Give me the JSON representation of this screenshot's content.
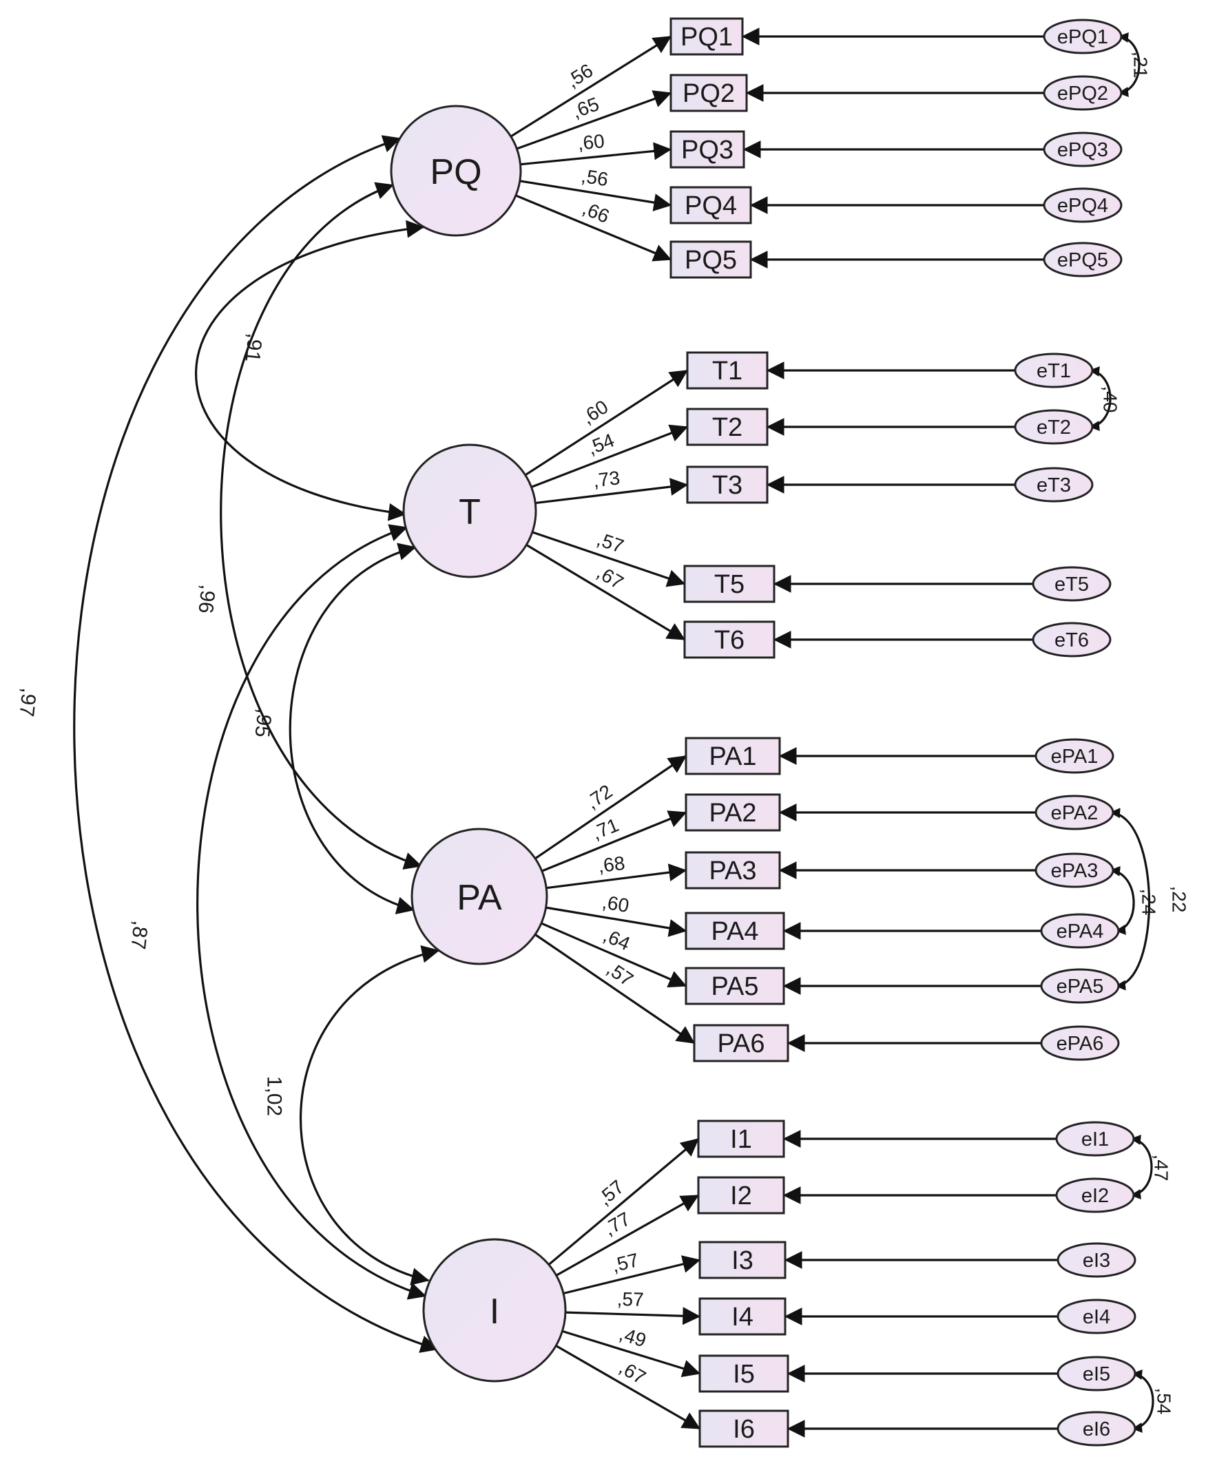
{
  "latents": [
    {
      "id": "PQ",
      "label": "PQ"
    },
    {
      "id": "T",
      "label": "T"
    },
    {
      "id": "PA",
      "label": "PA"
    },
    {
      "id": "I",
      "label": "I"
    }
  ],
  "indicators": [
    {
      "label": "PQ1",
      "latent": "PQ",
      "loading": ",56",
      "error": "ePQ1"
    },
    {
      "label": "PQ2",
      "latent": "PQ",
      "loading": ",65",
      "error": "ePQ2"
    },
    {
      "label": "PQ3",
      "latent": "PQ",
      "loading": ",60",
      "error": "ePQ3"
    },
    {
      "label": "PQ4",
      "latent": "PQ",
      "loading": ",56",
      "error": "ePQ4"
    },
    {
      "label": "PQ5",
      "latent": "PQ",
      "loading": ",66",
      "error": "ePQ5"
    },
    {
      "label": "T1",
      "latent": "T",
      "loading": ",60",
      "error": "eT1"
    },
    {
      "label": "T2",
      "latent": "T",
      "loading": ",54",
      "error": "eT2"
    },
    {
      "label": "T3",
      "latent": "T",
      "loading": ",73",
      "error": "eT3"
    },
    {
      "label": "T5",
      "latent": "T",
      "loading": ",57",
      "error": "eT5"
    },
    {
      "label": "T6",
      "latent": "T",
      "loading": ",67",
      "error": "eT6"
    },
    {
      "label": "PA1",
      "latent": "PA",
      "loading": ",72",
      "error": "ePA1"
    },
    {
      "label": "PA2",
      "latent": "PA",
      "loading": ",71",
      "error": "ePA2"
    },
    {
      "label": "PA3",
      "latent": "PA",
      "loading": ",68",
      "error": "ePA3"
    },
    {
      "label": "PA4",
      "latent": "PA",
      "loading": ",60",
      "error": "ePA4"
    },
    {
      "label": "PA5",
      "latent": "PA",
      "loading": ",64",
      "error": "ePA5"
    },
    {
      "label": "PA6",
      "latent": "PA",
      "loading": ",57",
      "error": "ePA6"
    },
    {
      "label": "I1",
      "latent": "I",
      "loading": ",57",
      "error": "eI1"
    },
    {
      "label": "I2",
      "latent": "I",
      "loading": ",77",
      "error": "eI2"
    },
    {
      "label": "I3",
      "latent": "I",
      "loading": ",57",
      "error": "eI3"
    },
    {
      "label": "I4",
      "latent": "I",
      "loading": ",57",
      "error": "eI4"
    },
    {
      "label": "I5",
      "latent": "I",
      "loading": ",49",
      "error": "eI5"
    },
    {
      "label": "I6",
      "latent": "I",
      "loading": ",67",
      "error": "eI6"
    }
  ],
  "latent_correlations": [
    {
      "from": "PQ",
      "to": "T",
      "value": ",91"
    },
    {
      "from": "PQ",
      "to": "PA",
      "value": ",96"
    },
    {
      "from": "PQ",
      "to": "I",
      "value": ",97"
    },
    {
      "from": "T",
      "to": "PA",
      "value": ",95"
    },
    {
      "from": "T",
      "to": "I",
      "value": ",87"
    },
    {
      "from": "PA",
      "to": "I",
      "value": "1,02"
    }
  ],
  "error_covariances": [
    {
      "from": "ePQ1",
      "to": "ePQ2",
      "value": ",21"
    },
    {
      "from": "eT1",
      "to": "eT2",
      "value": ",40"
    },
    {
      "from": "ePA2",
      "to": "ePA5",
      "value": ",22"
    },
    {
      "from": "ePA3",
      "to": "ePA4",
      "value": ",24"
    },
    {
      "from": "eI1",
      "to": "eI2",
      "value": ",47"
    },
    {
      "from": "eI5",
      "to": "eI6",
      "value": ",54"
    }
  ],
  "colors": {
    "node_fill": "#f0e4f4",
    "node_fill_edge": "#e2d6ef",
    "stroke": "#222222"
  }
}
